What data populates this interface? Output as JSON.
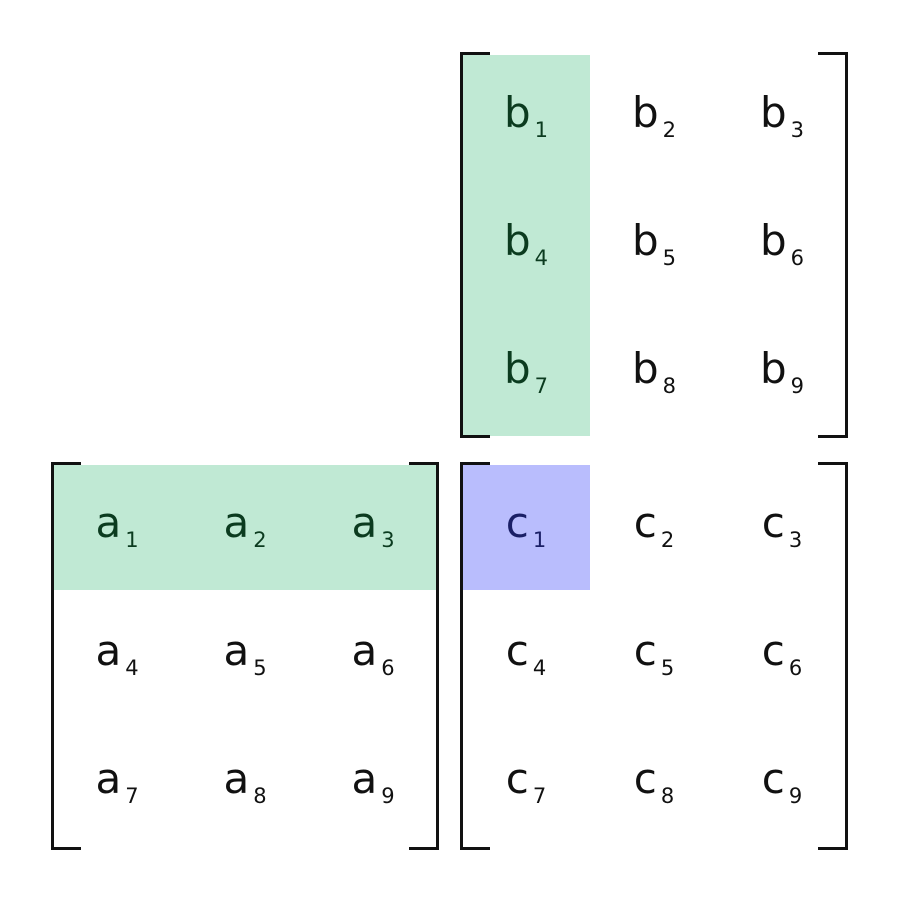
{
  "colors": {
    "row_highlight": "#c0e9d4",
    "column_highlight": "#c0e9d4",
    "result_highlight": "#b9bdfd",
    "bracket": "#111111",
    "text": "#111111"
  },
  "highlight": {
    "matrix_a_row": 1,
    "matrix_b_column": 1,
    "matrix_c_cell": "c1"
  },
  "matrix_b": [
    [
      {
        "var": "b",
        "sub": "1"
      },
      {
        "var": "b",
        "sub": "2"
      },
      {
        "var": "b",
        "sub": "3"
      }
    ],
    [
      {
        "var": "b",
        "sub": "4"
      },
      {
        "var": "b",
        "sub": "5"
      },
      {
        "var": "b",
        "sub": "6"
      }
    ],
    [
      {
        "var": "b",
        "sub": "7"
      },
      {
        "var": "b",
        "sub": "8"
      },
      {
        "var": "b",
        "sub": "9"
      }
    ]
  ],
  "matrix_a": [
    [
      {
        "var": "a",
        "sub": "1"
      },
      {
        "var": "a",
        "sub": "2"
      },
      {
        "var": "a",
        "sub": "3"
      }
    ],
    [
      {
        "var": "a",
        "sub": "4"
      },
      {
        "var": "a",
        "sub": "5"
      },
      {
        "var": "a",
        "sub": "6"
      }
    ],
    [
      {
        "var": "a",
        "sub": "7"
      },
      {
        "var": "a",
        "sub": "8"
      },
      {
        "var": "a",
        "sub": "9"
      }
    ]
  ],
  "matrix_c": [
    [
      {
        "var": "c",
        "sub": "1"
      },
      {
        "var": "c",
        "sub": "2"
      },
      {
        "var": "c",
        "sub": "3"
      }
    ],
    [
      {
        "var": "c",
        "sub": "4"
      },
      {
        "var": "c",
        "sub": "5"
      },
      {
        "var": "c",
        "sub": "6"
      }
    ],
    [
      {
        "var": "c",
        "sub": "7"
      },
      {
        "var": "c",
        "sub": "8"
      },
      {
        "var": "c",
        "sub": "9"
      }
    ]
  ]
}
